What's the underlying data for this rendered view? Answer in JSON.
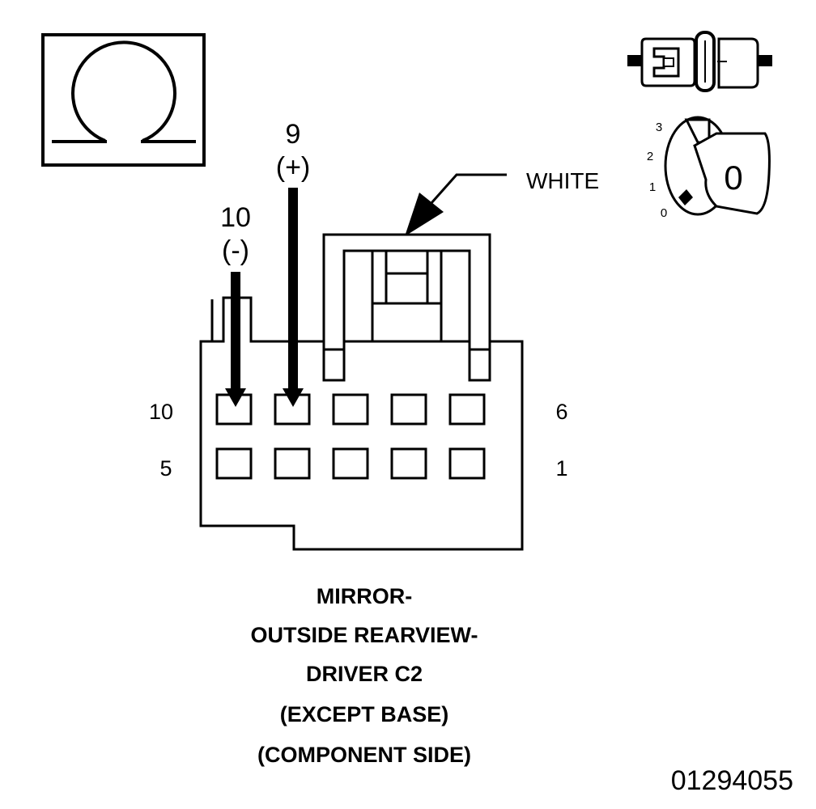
{
  "ohmmeter_icon": {
    "icon": "ohm-symbol-icon"
  },
  "connector_icon": {
    "icon": "disconnected-connector-icon"
  },
  "ignition_icon": {
    "icon": "ignition-key-icon",
    "positions": [
      "3",
      "2",
      "1",
      "0"
    ],
    "key_label": "0"
  },
  "probes": {
    "positive": {
      "pin": "9",
      "polarity": "(+)"
    },
    "negative": {
      "pin": "10",
      "polarity": "(-)"
    }
  },
  "connector": {
    "color_label": "WHITE",
    "pin_labels": {
      "top_left": "10",
      "top_right": "6",
      "bottom_left": "5",
      "bottom_right": "1"
    }
  },
  "caption": [
    "MIRROR-",
    "OUTSIDE REARVIEW-",
    "DRIVER C2",
    "(EXCEPT BASE)",
    "(COMPONENT SIDE)"
  ],
  "figure_number": "01294055"
}
